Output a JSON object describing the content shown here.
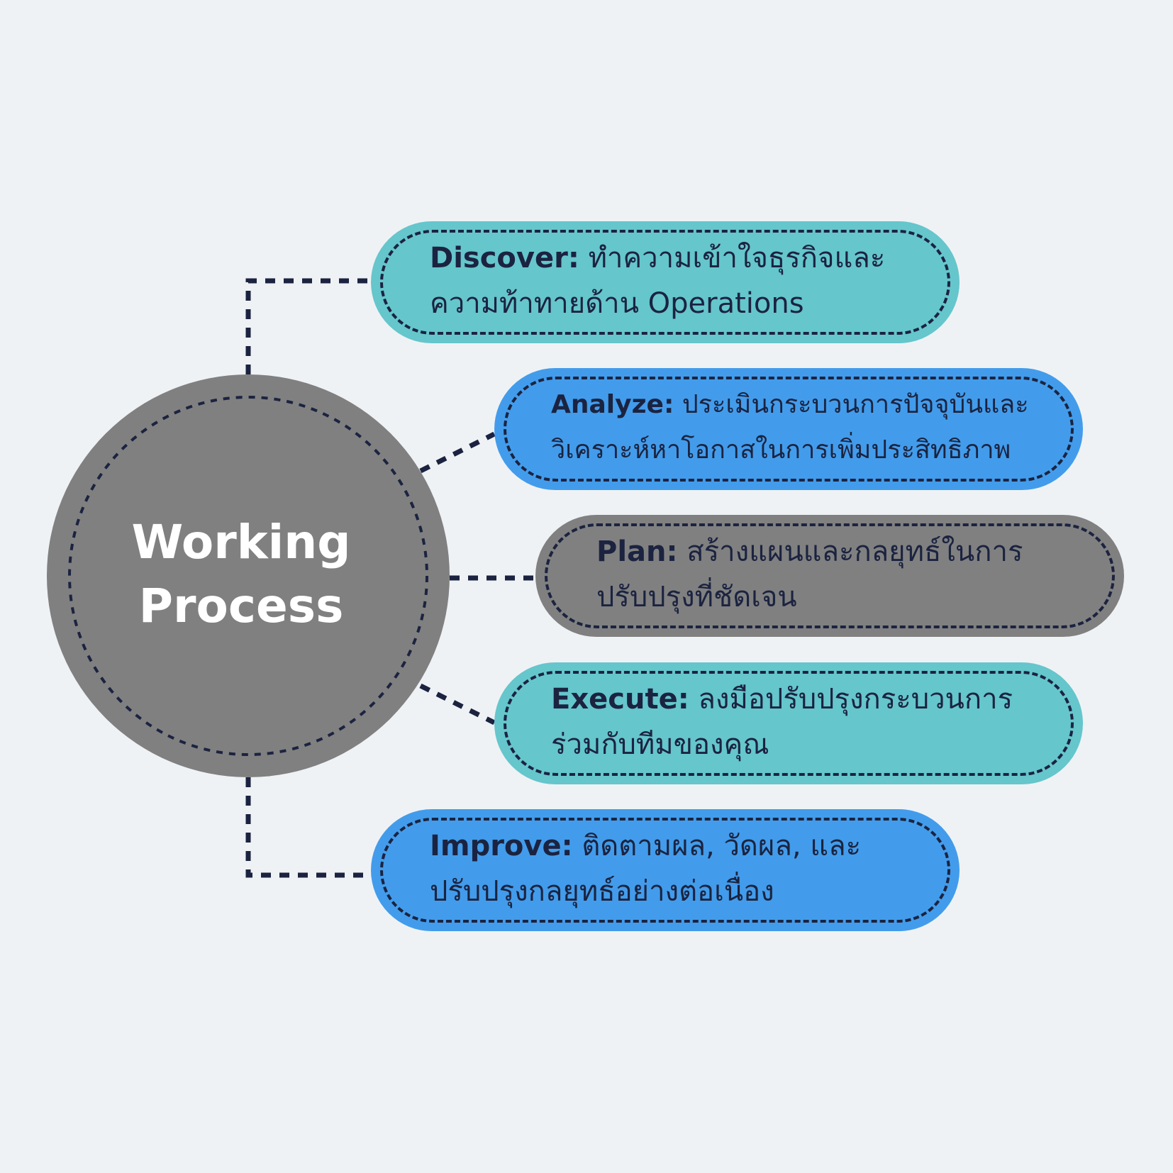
{
  "center": {
    "title_line1": "Working",
    "title_line2": "Process",
    "color": "#808080"
  },
  "steps": [
    {
      "term": "Discover:",
      "line1": "ทำความเข้าใจธุรกิจและ",
      "line2": "ความท้าทายด้าน Operations",
      "color": "#65c6cc"
    },
    {
      "term": "Analyze:",
      "line1": "ประเมินกระบวนการปัจจุบันและ",
      "line2": "วิเคราะห์หาโอกาสในการเพิ่มประสิทธิภาพ",
      "color": "#429ceb"
    },
    {
      "term": "Plan:",
      "line1": "สร้างแผนและกลยุทธ์ในการ",
      "line2": "ปรับปรุงที่ชัดเจน",
      "color": "#808080"
    },
    {
      "term": "Execute:",
      "line1": "ลงมือปรับปรุงกระบวนการ",
      "line2": "ร่วมกับทีมของคุณ",
      "color": "#65c6cc"
    },
    {
      "term": "Improve:",
      "line1": "ติดตามผล, วัดผล, และ",
      "line2": "ปรับปรุงกลยุทธ์อย่างต่อเนื่อง",
      "color": "#429ceb"
    }
  ],
  "colors": {
    "background": "#eff2f5",
    "dark_navy": "#1b2340"
  }
}
